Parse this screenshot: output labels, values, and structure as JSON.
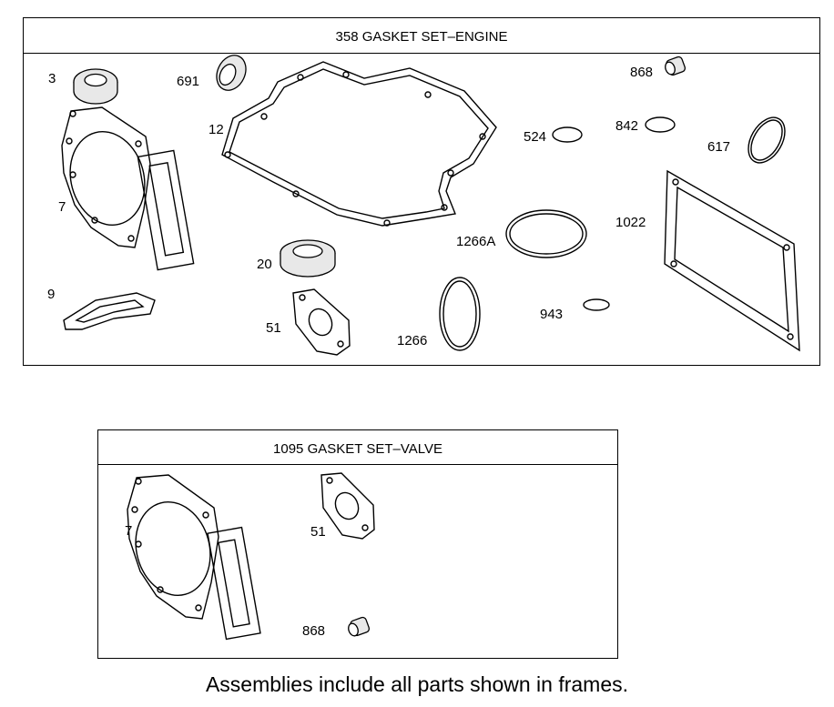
{
  "engine_set": {
    "title": "358 GASKET SET–ENGINE",
    "labels": {
      "p3": "3",
      "p691": "691",
      "p12": "12",
      "p868": "868",
      "p524": "524",
      "p842": "842",
      "p617": "617",
      "p7": "7",
      "p9": "9",
      "p20": "20",
      "p51": "51",
      "p1266A": "1266A",
      "p1022": "1022",
      "p943": "943",
      "p1266": "1266"
    }
  },
  "valve_set": {
    "title": "1095 GASKET SET–VALVE",
    "labels": {
      "p7": "7",
      "p51": "51",
      "p868": "868"
    }
  },
  "footer": "Assemblies include all parts shown in frames."
}
